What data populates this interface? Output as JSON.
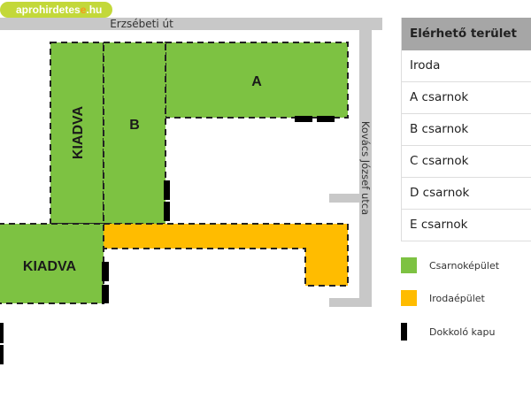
{
  "logo": {
    "text_before": "aprohirdetes",
    "text_highlight": "e",
    "text_after": ".hu"
  },
  "roads": {
    "top": "Erzsébeti út",
    "right": "Kovács József utca"
  },
  "plan": {
    "labels": {
      "kiadva_vertical": "KIADVA",
      "b": "B",
      "a": "A",
      "kiadva_bottom": "KIADVA"
    },
    "colors": {
      "hall": "#7dc242",
      "office": "#ffbc00",
      "road": "#c8c8c8",
      "dock": "#000000"
    }
  },
  "table": {
    "header": "Elérhető terület",
    "rows": [
      "Iroda",
      "A csarnok",
      "B csarnok",
      "C csarnok",
      "D csarnok",
      "E csarnok"
    ]
  },
  "legend": [
    {
      "label": "Csarnoképület",
      "color": "#7dc242"
    },
    {
      "label": "Irodaépület",
      "color": "#ffbc00"
    },
    {
      "label": "Dokkoló kapu",
      "color": "#000000"
    }
  ]
}
